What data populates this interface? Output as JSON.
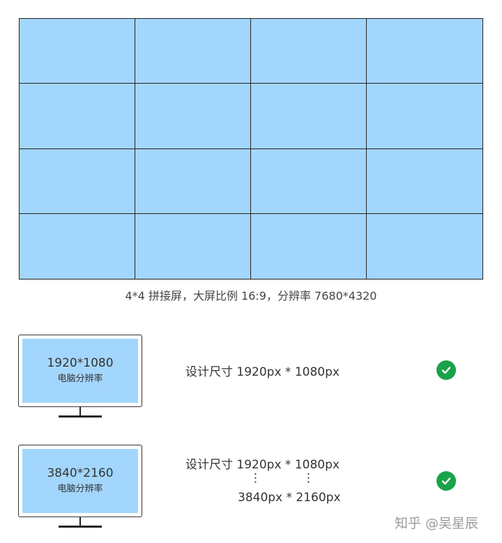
{
  "grid": {
    "rows": 4,
    "columns": 4
  },
  "caption": "4*4 拼接屏，大屏比例 16:9，分辨率 7680*4320",
  "monitors": [
    {
      "resolution": "1920*1080",
      "label": "电脑分辨率",
      "spec_lines": [
        "设计尺寸 1920px * 1080px"
      ],
      "ok": true
    },
    {
      "resolution": "3840*2160",
      "label": "电脑分辨率",
      "spec_lines": [
        "设计尺寸 1920px * 1080px",
        "3840px * 2160px"
      ],
      "dots": [
        "⋮",
        "⋮"
      ],
      "ok": true
    }
  ],
  "colors": {
    "screen_fill": "#a3d6fd",
    "check_green": "#19a34a"
  },
  "icons": {
    "check": "check-circle-icon"
  },
  "watermark": "知乎 @吴星辰"
}
